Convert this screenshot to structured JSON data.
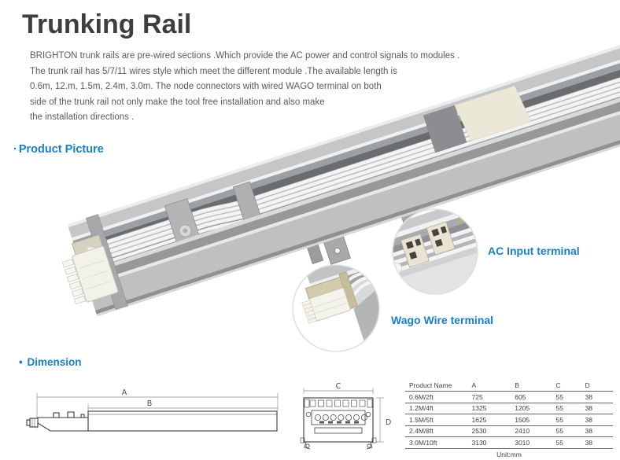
{
  "page": {
    "title": "Trunking Rail",
    "description_lines": [
      "BRIGHTON trunk rails are pre-wired sections .Which provide the AC power and control signals to modules .",
      "The trunk rail has 5/7/11 wires style which meet the different module .The available length is",
      "0.6m, 12.m, 1.5m, 2.4m, 3.0m. The node connectors with wired WAGO terminal on both",
      "side of the trunk rail not only make the tool free installation and also make",
      "the installation directions ."
    ]
  },
  "sections": {
    "product_picture": {
      "bullet": "·",
      "title": "Product Picture"
    },
    "dimension": {
      "bullet": "•",
      "title": "Dimension"
    }
  },
  "callouts": {
    "ac_input": "AC Input terminal",
    "wago_wire": "Wago Wire terminal"
  },
  "dimension_labels": {
    "a": "A",
    "b": "B",
    "c": "C",
    "d": "D"
  },
  "table": {
    "headers": [
      "Product Name",
      "A",
      "B",
      "C",
      "D"
    ],
    "rows": [
      {
        "name": "0.6M/2ft",
        "a": "725",
        "b": "605",
        "c": "55",
        "d": "38"
      },
      {
        "name": "1.2M/4ft",
        "a": "1325",
        "b": "1205",
        "c": "55",
        "d": "38"
      },
      {
        "name": "1.5M/5ft",
        "a": "1625",
        "b": "1505",
        "c": "55",
        "d": "38"
      },
      {
        "name": "2.4M/8ft",
        "a": "2530",
        "b": "2410",
        "c": "55",
        "d": "38"
      },
      {
        "name": "3.0M/10ft",
        "a": "3130",
        "b": "3010",
        "c": "55",
        "d": "38"
      }
    ],
    "unit_note": "Unit:mm"
  },
  "colors": {
    "accent_blue": "#1a7fc9",
    "title_dark": "#3e3e40",
    "body_gray": "#595a5c",
    "rail_light_gray": "#c5c6c8",
    "rail_dark_gray": "#6a6c6f",
    "label_beige": "#ece8d7"
  }
}
